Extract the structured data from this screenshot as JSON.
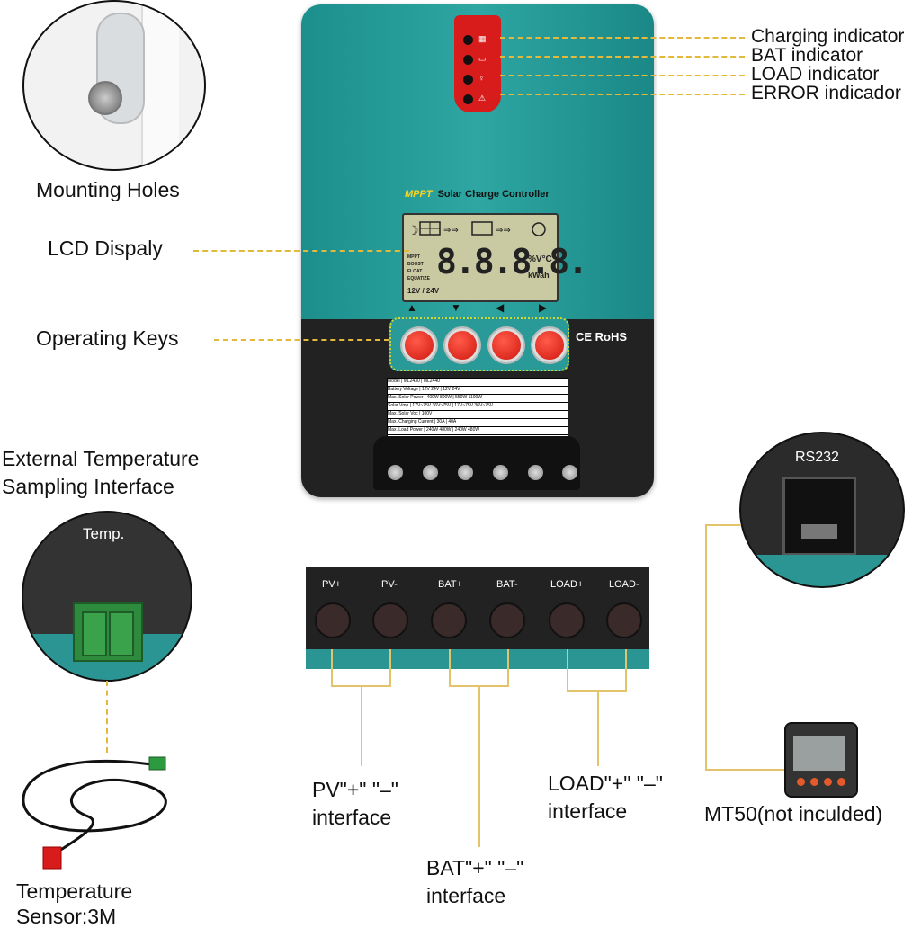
{
  "indicators": {
    "charging": "Charging indicator",
    "bat": "BAT indicator",
    "load": "LOAD indicator",
    "error": "ERROR indicador"
  },
  "labels": {
    "mounting_holes": "Mounting Holes",
    "lcd_display": "LCD Dispaly",
    "operating_keys": "Operating Keys",
    "ext_temp_line1": "External Temperature",
    "ext_temp_line2": "Sampling Interface",
    "temp_sensor_line1": "Temperature",
    "temp_sensor_line2": "Sensor:3M",
    "pv_line1": "PV\"+\" \"–\"",
    "pv_line2": "interface",
    "bat_line1": "BAT\"+\" \"–\"",
    "bat_line2": "interface",
    "load_line1": "LOAD\"+\" \"–\"",
    "load_line2": "interface",
    "mt50": "MT50(not inculded)"
  },
  "controller": {
    "brand": "MPPT",
    "title": "Solar Charge Controller",
    "lcd_digits": "8.8.8.8.",
    "lcd_units": "%V°C",
    "lcd_kwh": "kWah",
    "lcd_modes": [
      "MPPT",
      "BOOST",
      "FLOAT",
      "EQUATIZE"
    ],
    "lcd_voltage": "12V / 24V",
    "marks": "CE RoHS",
    "key_arrows": [
      "▲",
      "▼",
      "◀",
      "▶"
    ],
    "spec_rows": [
      "Model | ML2430 | ML2440",
      "Battery Voltage | 12V 24V | 12V 24V",
      "Max. Solar Power | 400W 800W | 550W 1100W",
      "Solar Vmp | 17V~75V 36V~75V | 17V~75V 36V~75V",
      "Max. Solar Voc | 100V",
      "Max. Charging Current | 30A | 40A",
      "Max. Load Power | 240W 480W | 240W 480W"
    ]
  },
  "temp_port_label": "Temp.",
  "rs232_label": "RS232",
  "terminals": [
    "PV+",
    "PV-",
    "BAT+",
    "BAT-",
    "LOAD+",
    "LOAD-"
  ],
  "colors": {
    "teal": "#2a9a98",
    "red": "#d81b1b",
    "callout": "#e3b93b"
  }
}
